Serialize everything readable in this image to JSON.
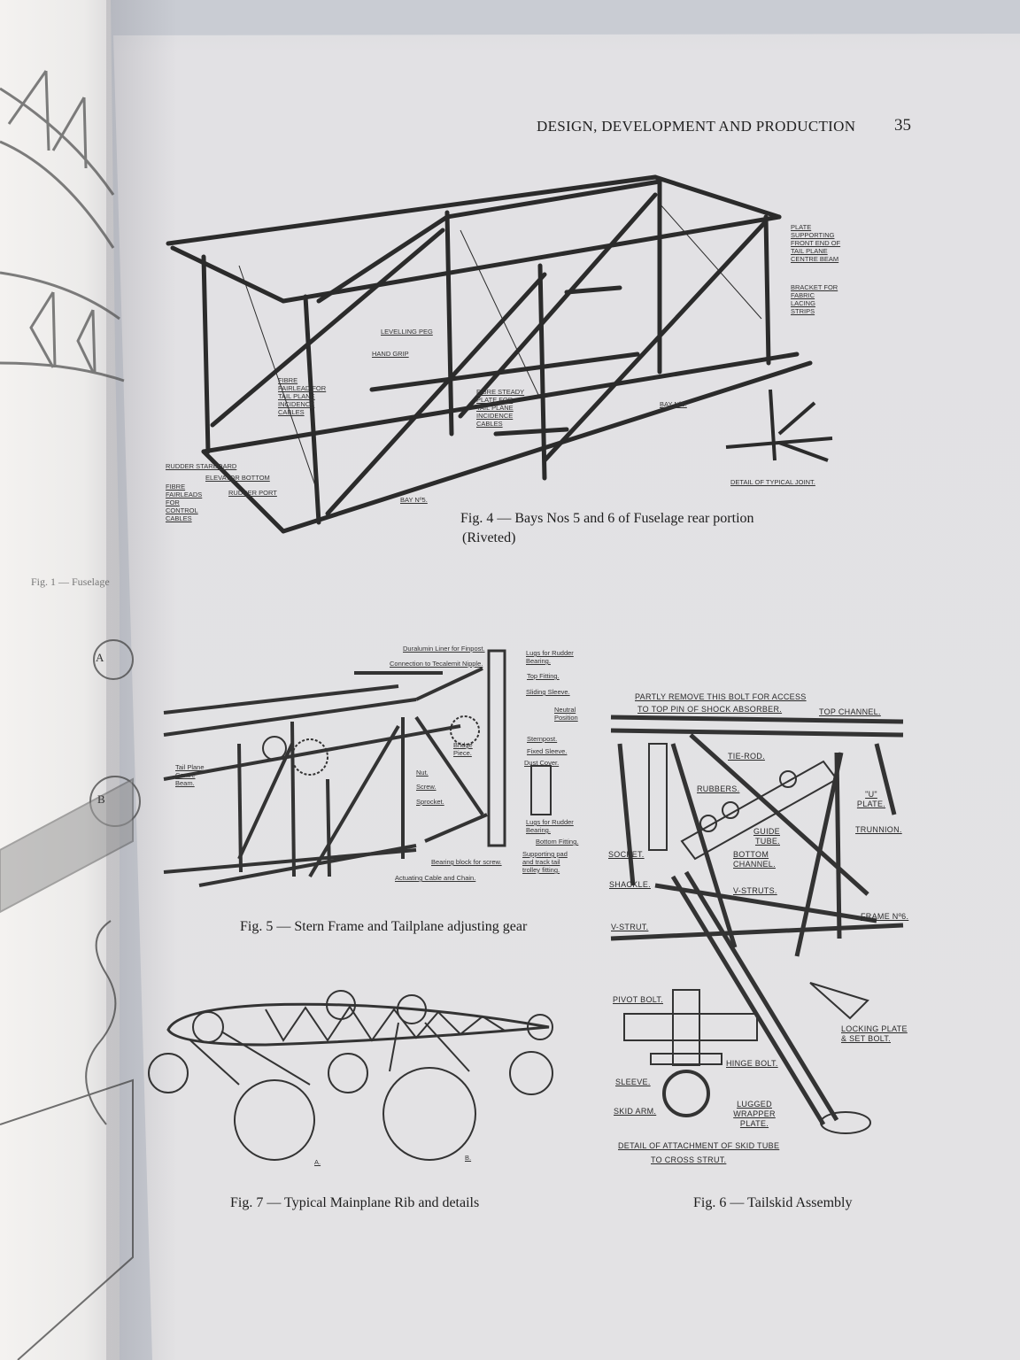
{
  "header": {
    "running_title": "DESIGN, DEVELOPMENT AND PRODUCTION",
    "page_number": "35"
  },
  "left_page": {
    "fig1_caption": "Fig. 1 — Fuselage",
    "marker_a": "A",
    "marker_b": "B"
  },
  "fig4": {
    "caption_line1": "Fig. 4 — Bays Nos 5 and 6 of Fuselage rear portion",
    "caption_line2": "(Riveted)",
    "labels": [
      "PLATE SUPPORTING FRONT END OF TAIL PLANE CENTRE BEAM",
      "BRACKET FOR FABRIC LACING STRIPS",
      "LEVELLING PEG",
      "HAND GRIP",
      "FIBRE FAIRLEAD FOR TAIL PLANE INCIDENCE CABLES",
      "FIBRE STEADY PLATE FOR TAIL PLANE INCIDENCE CABLES",
      "RUDDER STARBOARD",
      "ELEVATOR BOTTOM",
      "RUDDER PORT",
      "FIBRE FAIRLEADS FOR CONTROL CABLES",
      "BAY Nº5.",
      "BAY Nº6.",
      "DETAIL OF TYPICAL JOINT."
    ]
  },
  "fig5": {
    "caption": "Fig. 5 — Stern Frame and Tailplane adjusting gear",
    "labels": [
      "Duralumin Liner for Finpost.",
      "Connection to Tecalemit Nipple.",
      "Lugs for Rudder Bearing.",
      "Top Fitting.",
      "Sliding Sleeve.",
      "Neutral Position",
      "Sternpost.",
      "Bridge Piece.",
      "Fixed Sleeve.",
      "Dust Cover.",
      "Tail Plane Centre Beam.",
      "Nut.",
      "Screw.",
      "Sprocket.",
      "Lugs for Rudder Bearing.",
      "Bottom Fitting.",
      "Bearing block for screw.",
      "Supporting pad and track tail trolley fitting.",
      "Actuating Cable and Chain."
    ]
  },
  "fig6": {
    "caption": "Fig. 6 — Tailskid Assembly",
    "labels": [
      "PARTLY REMOVE THIS BOLT FOR ACCESS",
      "TO TOP PIN OF SHOCK ABSORBER.",
      "TOP CHANNEL.",
      "TIE-ROD.",
      "RUBBERS.",
      "\"U\" PLATE.",
      "TRUNNION.",
      "GUIDE TUBE.",
      "SOCKET.",
      "BOTTOM CHANNEL.",
      "SHACKLE.",
      "V-STRUTS.",
      "FRAME Nº6.",
      "V-STRUT.",
      "PIVOT BOLT.",
      "LOCKING PLATE & SET BOLT.",
      "HINGE BOLT.",
      "SLEEVE.",
      "SKID ARM.",
      "LUGGED WRAPPER PLATE.",
      "DETAIL OF ATTACHMENT OF SKID TUBE",
      "TO CROSS STRUT."
    ]
  },
  "fig7": {
    "caption": "Fig. 7 — Typical Mainplane Rib and details",
    "labels": [
      "A.",
      "B."
    ]
  }
}
